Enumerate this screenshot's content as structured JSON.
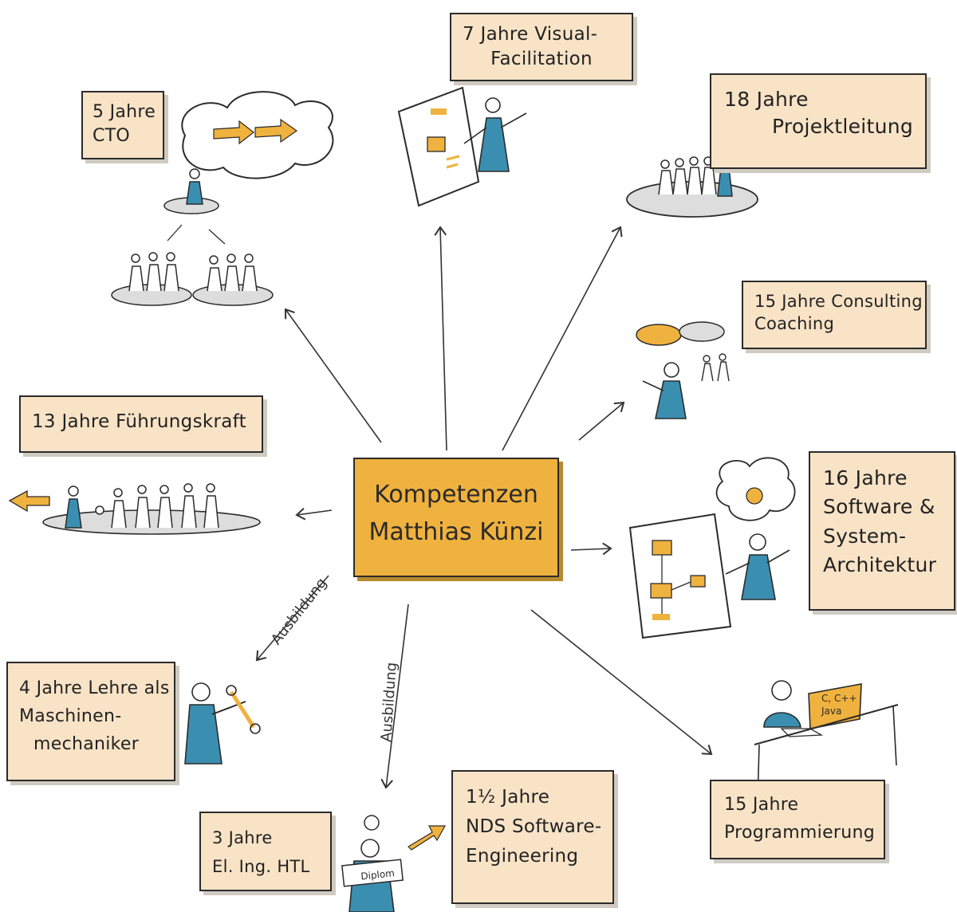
{
  "center": {
    "line1": "Kompetenzen",
    "line2": "Matthias Künzi"
  },
  "nodes": {
    "cto": {
      "line1": "5 Jahre",
      "line2": "CTO"
    },
    "visual": {
      "line1": "7 Jahre Visual-",
      "line2": "Facilitation"
    },
    "projekt": {
      "line1": "18 Jahre",
      "line2": "Projektleitung"
    },
    "consulting": {
      "line1": "15 Jahre Consulting",
      "line2": "Coaching"
    },
    "fuehrung": {
      "line1": "13 Jahre Führungskraft"
    },
    "architektur": {
      "line1": "16 Jahre",
      "line2": "Software &",
      "line3": "System-",
      "line4": "Architektur"
    },
    "lehre": {
      "line1": "4 Jahre Lehre als",
      "line2": "Maschinen-",
      "line3": "mechaniker"
    },
    "htl": {
      "line1": "3 Jahre",
      "line2": "El. Ing. HTL"
    },
    "nds": {
      "line1": "1½ Jahre",
      "line2": "NDS Software-",
      "line3": "Engineering"
    },
    "programmierung": {
      "line1": "15 Jahre",
      "line2": "Programmierung"
    }
  },
  "edge_labels": {
    "ausbildung_left": "Ausbildung",
    "ausbildung_down": "Ausbildung"
  },
  "illustrations": {
    "diploma_text": "Diplom",
    "laptop_line1": "C, C++",
    "laptop_line2": "Java"
  },
  "colors": {
    "accent": "#f0b23e",
    "note_fill": "#f8e3c6",
    "figure_blue": "#3a8fb0",
    "ink": "#2b2b2b"
  }
}
